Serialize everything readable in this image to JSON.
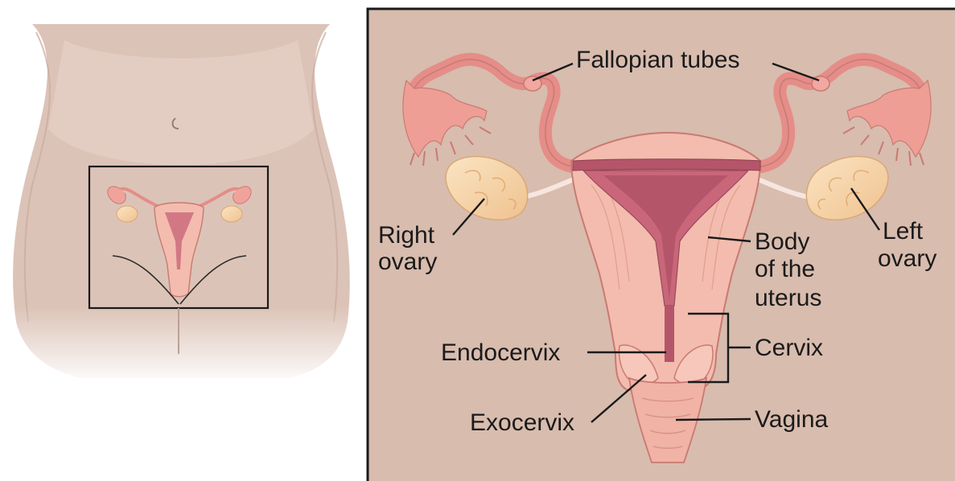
{
  "labels": {
    "fallopian_tubes": "Fallopian tubes",
    "right_ovary_line1": "Right",
    "right_ovary_line2": "ovary",
    "left_ovary_line1": "Left",
    "left_ovary_line2": "ovary",
    "body_line1": "Body",
    "body_line2": "of the",
    "body_line3": "uterus",
    "cervix": "Cervix",
    "endocervix": "Endocervix",
    "exocervix": "Exocervix",
    "vagina": "Vagina"
  },
  "colors": {
    "panel_background": "#d8bcae",
    "panel_border": "#1a1a1a",
    "torso_skin": "#e3cdc2",
    "uterus_pink": "#f0b3a6",
    "uterus_outline": "#c97a72",
    "uterine_cavity": "#b5556a",
    "ovary": "#f5d3a5",
    "tube": "#e58d88",
    "text": "#1a1a1a"
  }
}
